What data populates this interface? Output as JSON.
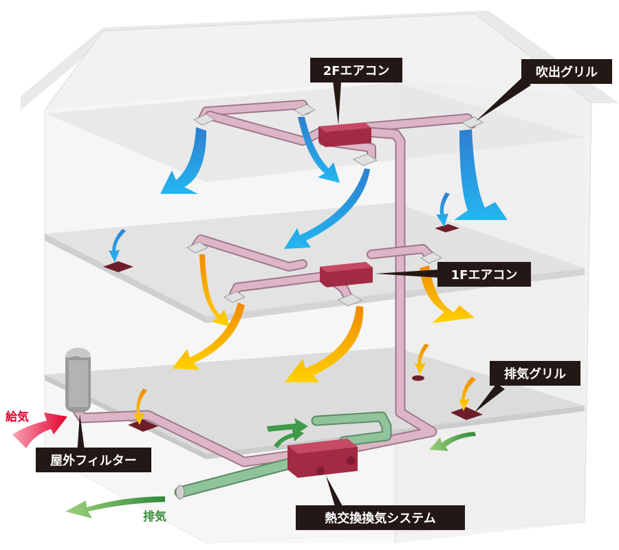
{
  "labels": {
    "ac_2f": "2Fエアコン",
    "supply_grille": "吹出グリル",
    "ac_1f": "1Fエアコン",
    "exhaust_grille": "排気グリル",
    "outdoor_filter": "屋外フィルター",
    "heat_exchange_system": "熱交換換気システム",
    "intake": "給気",
    "exhaust": "排気"
  },
  "colors": {
    "callout_bg": "#231815",
    "intake_text": "#e5002d",
    "exhaust_text": "#3a8a3a",
    "duct_pink": "#dcb6c6",
    "duct_green": "#8fc49a",
    "unit": "#a32a44",
    "cool_arrow": "#1e9ee0",
    "warm_arrow": "#f5a400",
    "floor": "#e6e6e6",
    "house": "#ededed"
  }
}
